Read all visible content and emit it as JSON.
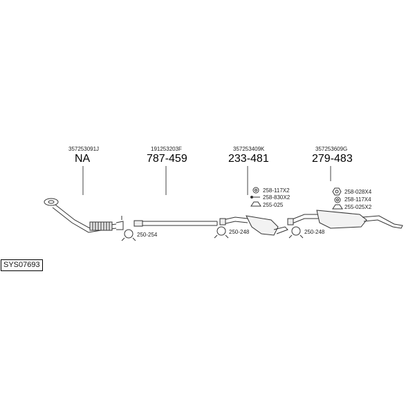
{
  "system_code": "SYS07693",
  "sections": [
    {
      "oem": "357253091J",
      "part": "NA"
    },
    {
      "oem": "191253203F",
      "part": "787-459"
    },
    {
      "oem": "357253409K",
      "part": "233-481"
    },
    {
      "oem": "357253609G",
      "part": "279-483"
    }
  ],
  "accessories": {
    "clamp_1": "250-254",
    "clamp_2": "250-248",
    "clamp_3": "250-248",
    "group_a": [
      "258-117X2",
      "258-830X2",
      "255-025"
    ],
    "group_b": [
      "258-028X4",
      "258-117X4",
      "255-025X2"
    ]
  }
}
